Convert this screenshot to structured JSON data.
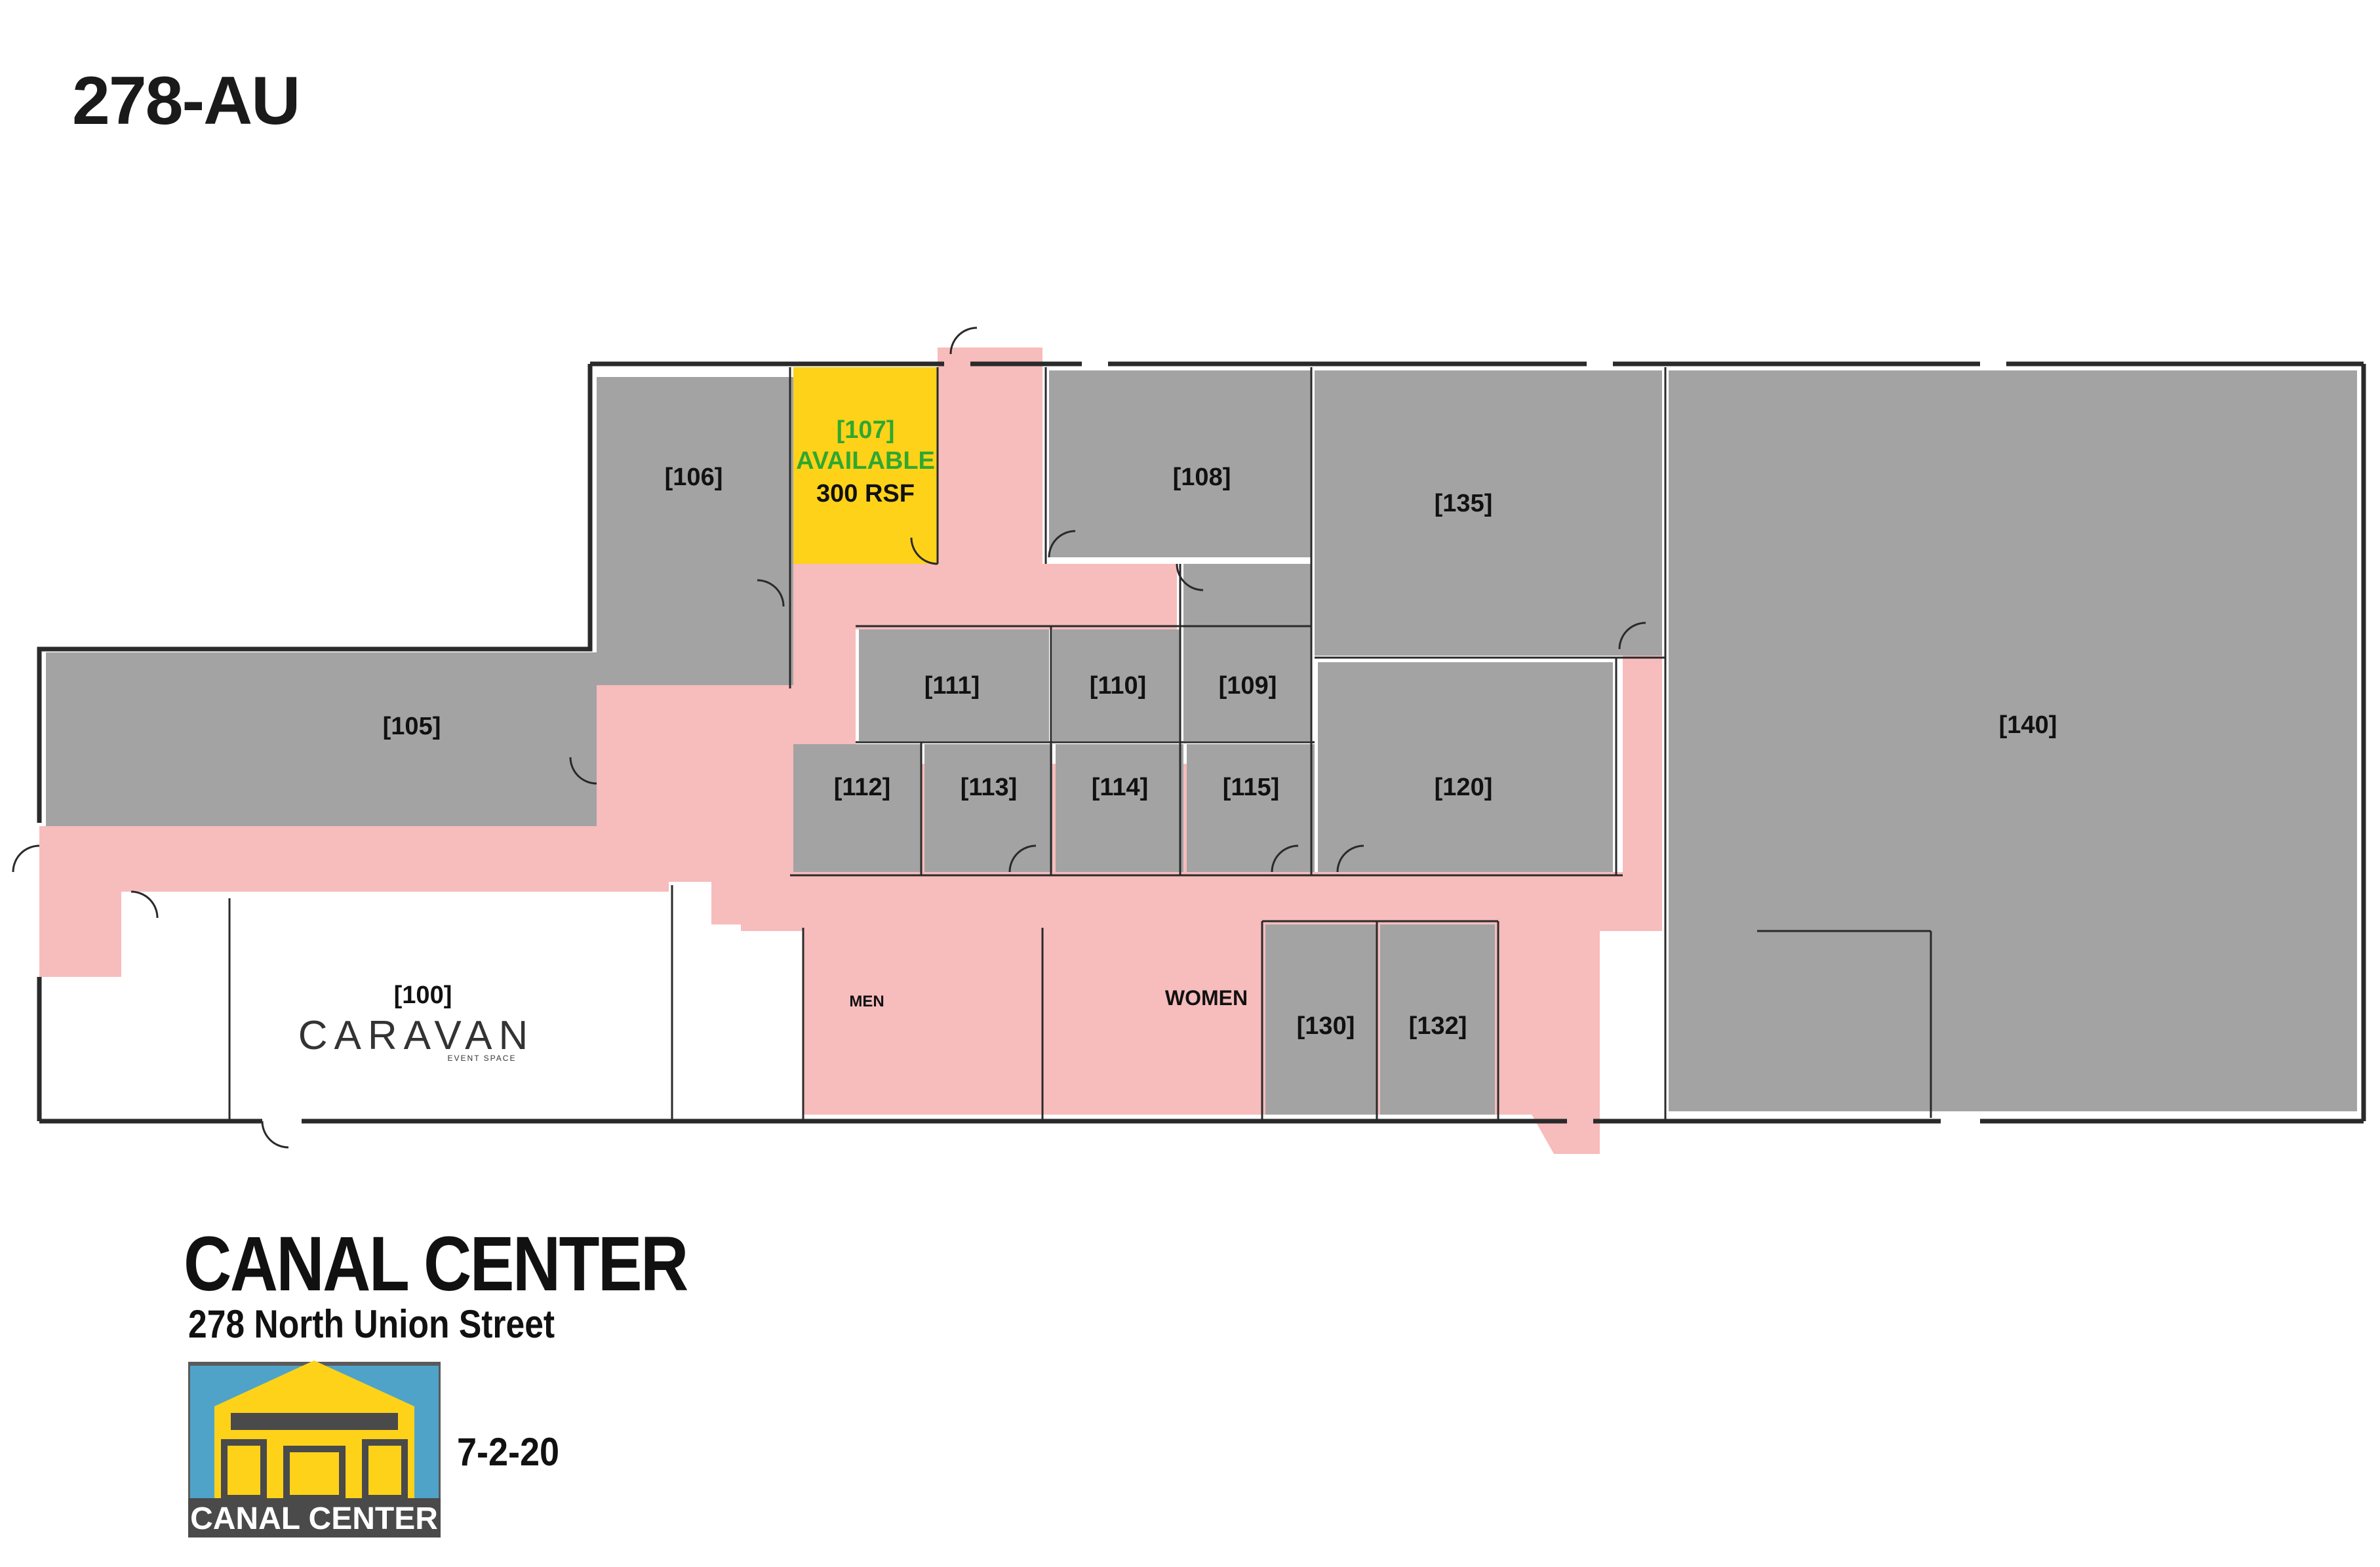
{
  "header": {
    "title": "278-AU"
  },
  "building": {
    "name": "CANAL CENTER",
    "address": "278 North Union Street",
    "date": "7-2-20",
    "logo_text": "CANAL CENTER"
  },
  "colors": {
    "leased": "#a3a3a3",
    "common": "#f7bcbc",
    "available": "#ffd21a",
    "available_text": "#2fa82f",
    "logo_bg": "#4fa3c9",
    "logo_roof": "#ffd21a"
  },
  "rooms": {
    "r106": "[106]",
    "r107": "[107]",
    "r107_status": "AVAILABLE",
    "r107_area": "300 RSF",
    "r108": "[108]",
    "r135": "[135]",
    "r105": "[105]",
    "r111": "[111]",
    "r110": "[110]",
    "r109": "[109]",
    "r140": "[140]",
    "r112": "[112]",
    "r113": "[113]",
    "r114": "[114]",
    "r115": "[115]",
    "r120": "[120]",
    "r100": "[100]",
    "caravan": "CARAVAN",
    "caravan_sub": "EVENT SPACE",
    "men": "MEN",
    "women": "WOMEN",
    "r130": "[130]",
    "r132": "[132]"
  }
}
